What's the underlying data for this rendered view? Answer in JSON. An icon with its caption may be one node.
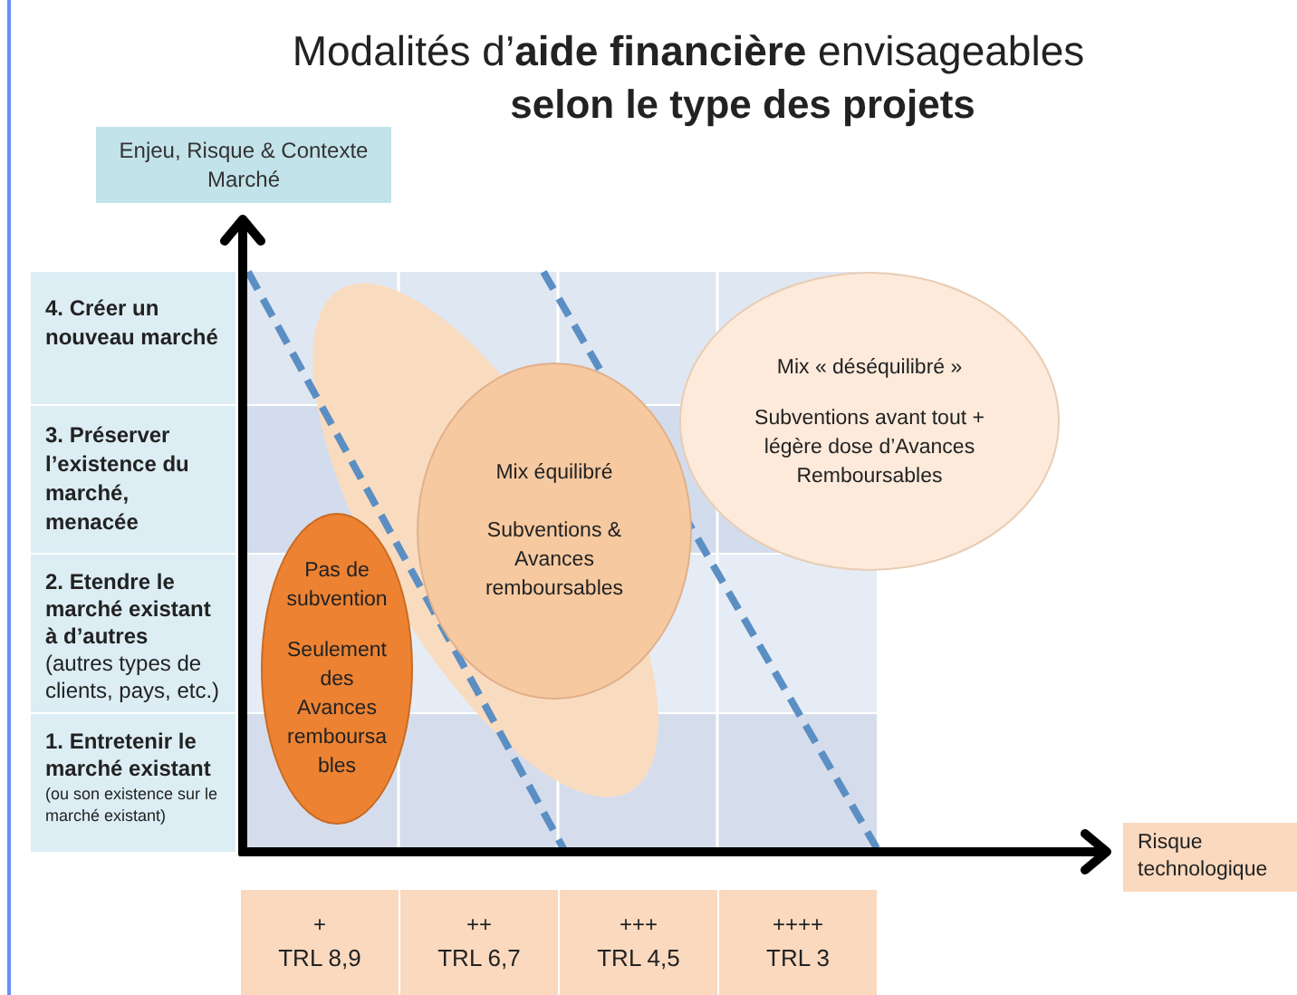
{
  "diagram": {
    "title": "Modalités d’**aide financière** envisageables",
    "nodes": [
      {
        "text": [
          "Enjeu, Risque & Contexte Marché"
        ]
      },
      {
        "text": [
          "4. Créer un nouveau marché"
        ]
      },
      {
        "text": [
          "3. Préserver l’existence du marché, menacée"
        ]
      },
      {
        "text": [
          "**2. Etendre le marché existant à d’autres** (autres types de clients, pays, etc.)"
        ]
      },
      {
        "text": [
          "1. Entretenir le marché existant",
          "(ou son existence sur le marché existant)"
        ]
      },
      {
        "text": [
          "Mix « déséquilibré »",
          "Subventions avant tout + légère dose d’Avances Remboursables"
        ]
      },
      {
        "text": [
          "Mix équilibré",
          "Subventions & Avances remboursables"
        ]
      },
      {
        "text": [
          "Pas de subvention",
          "Seulement des Avances remboursables"
        ]
      },
      {
        "text": [
          "Risque technologique"
        ]
      },
      {
        "text": [
          "+",
          "TRL 8,9"
        ]
      },
      {
        "text": [
          "++",
          "TRL 6,7"
        ]
      },
      {
        "text": [
          "+++",
          "TRL 4,5"
        ]
      },
      {
        "text": [
          "++++",
          "TRL 3"
        ]
      }
    ],
    "labels": [
      "selon le type des projets"
    ]
  }
}
